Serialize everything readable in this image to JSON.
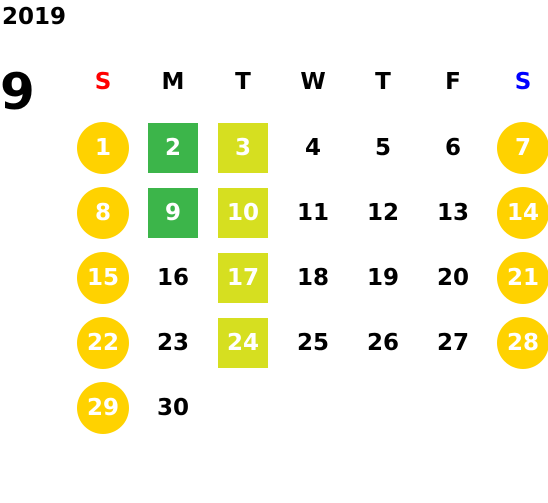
{
  "year": "2019",
  "month": "9",
  "colors": {
    "sunday_header": "#ff0000",
    "saturday_header": "#0000ff",
    "weekday_header": "#000000",
    "holiday_circle": "#ffd200",
    "green_mark": "#3cb54a",
    "lime_mark": "#d6df20",
    "default_text": "#000000"
  },
  "weekdays": [
    "S",
    "M",
    "T",
    "W",
    "T",
    "F",
    "S"
  ],
  "weeks": [
    [
      {
        "day": "1",
        "mark": "circle"
      },
      {
        "day": "2",
        "mark": "green"
      },
      {
        "day": "3",
        "mark": "lime"
      },
      {
        "day": "4",
        "mark": "none"
      },
      {
        "day": "5",
        "mark": "none"
      },
      {
        "day": "6",
        "mark": "none"
      },
      {
        "day": "7",
        "mark": "circle"
      }
    ],
    [
      {
        "day": "8",
        "mark": "circle"
      },
      {
        "day": "9",
        "mark": "green"
      },
      {
        "day": "10",
        "mark": "lime"
      },
      {
        "day": "11",
        "mark": "none"
      },
      {
        "day": "12",
        "mark": "none"
      },
      {
        "day": "13",
        "mark": "none"
      },
      {
        "day": "14",
        "mark": "circle"
      }
    ],
    [
      {
        "day": "15",
        "mark": "circle"
      },
      {
        "day": "16",
        "mark": "none"
      },
      {
        "day": "17",
        "mark": "lime"
      },
      {
        "day": "18",
        "mark": "none"
      },
      {
        "day": "19",
        "mark": "none"
      },
      {
        "day": "20",
        "mark": "none"
      },
      {
        "day": "21",
        "mark": "circle"
      }
    ],
    [
      {
        "day": "22",
        "mark": "circle"
      },
      {
        "day": "23",
        "mark": "none"
      },
      {
        "day": "24",
        "mark": "lime"
      },
      {
        "day": "25",
        "mark": "none"
      },
      {
        "day": "26",
        "mark": "none"
      },
      {
        "day": "27",
        "mark": "none"
      },
      {
        "day": "28",
        "mark": "circle"
      }
    ],
    [
      {
        "day": "29",
        "mark": "circle"
      },
      {
        "day": "30",
        "mark": "none"
      }
    ]
  ]
}
